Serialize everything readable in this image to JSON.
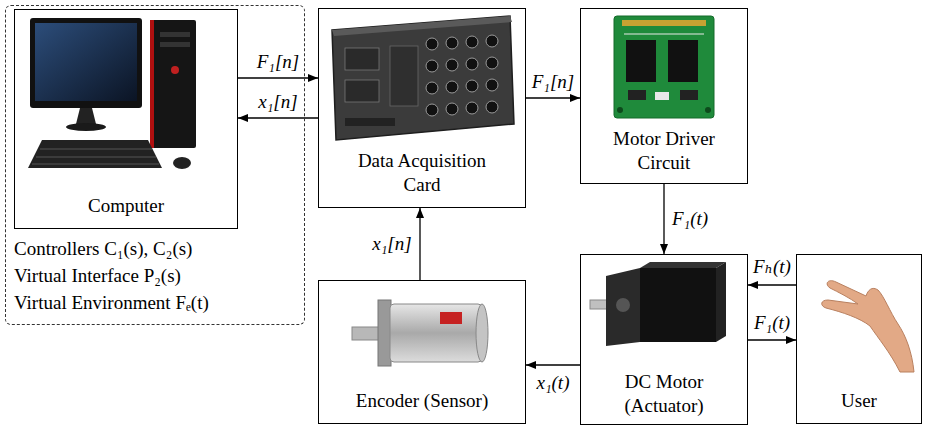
{
  "diagram": {
    "nodes": [
      {
        "text": [
          "Controllers C₁(s), C₂(s)",
          "Virtual Interface P₂(s)",
          "Virtual Environment Fₑ(t)"
        ]
      },
      {
        "text": [
          "Computer"
        ],
        "in": 0
      },
      {
        "text": [
          "Data Acquisition Card"
        ]
      },
      {
        "text": [
          "Motor Driver Circuit"
        ]
      },
      {
        "text": [
          "Encoder (Sensor)"
        ]
      },
      {
        "text": [
          "DC Motor (Actuator)"
        ]
      },
      {
        "text": [
          "User"
        ]
      }
    ],
    "edges": [
      {
        "from": 1,
        "to": 2,
        "arrow": "to",
        "label": "F₁[n]"
      },
      {
        "from": 2,
        "to": 1,
        "arrow": "to",
        "label": "x₁[n]"
      },
      {
        "from": 2,
        "to": 3,
        "arrow": "to",
        "label": "F₁[n]"
      },
      {
        "from": 3,
        "to": 5,
        "arrow": "to",
        "label": "F₁(t)"
      },
      {
        "from": 6,
        "to": 5,
        "arrow": "to",
        "label": "Fₕ(t)"
      },
      {
        "from": 5,
        "to": 6,
        "arrow": "to",
        "label": "F₁(t)"
      },
      {
        "from": 5,
        "to": 4,
        "arrow": "to",
        "label": "x₁(t)"
      },
      {
        "from": 4,
        "to": 2,
        "arrow": "to",
        "label": "x₁[n]"
      }
    ]
  }
}
